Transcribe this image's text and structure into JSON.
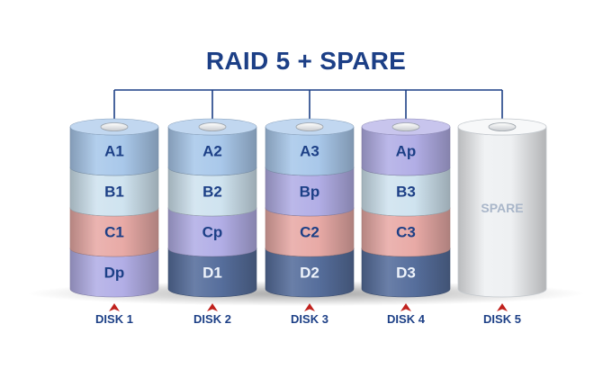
{
  "title": "RAID 5 + SPARE",
  "colors": {
    "title": "#1c3f86",
    "connector": "#1c3f86",
    "label": "#1c3f86",
    "arrow": "#c0211d",
    "blue": "#a9c8ea",
    "lightblue": "#cfe3ef",
    "pink": "#e8aaa6",
    "lavender": "#b2aee6",
    "navy": "#566e9c",
    "spare": "#eef0f2"
  },
  "disks": [
    {
      "label": "DISK 1",
      "blocks": [
        {
          "text": "A1",
          "tone": "blue"
        },
        {
          "text": "B1",
          "tone": "lightblue"
        },
        {
          "text": "C1",
          "tone": "pink"
        },
        {
          "text": "Dp",
          "tone": "lavender"
        }
      ]
    },
    {
      "label": "DISK 2",
      "blocks": [
        {
          "text": "A2",
          "tone": "blue"
        },
        {
          "text": "B2",
          "tone": "lightblue"
        },
        {
          "text": "Cp",
          "tone": "lavender"
        },
        {
          "text": "D1",
          "tone": "navy"
        }
      ]
    },
    {
      "label": "DISK 3",
      "blocks": [
        {
          "text": "A3",
          "tone": "blue"
        },
        {
          "text": "Bp",
          "tone": "lavender"
        },
        {
          "text": "C2",
          "tone": "pink"
        },
        {
          "text": "D2",
          "tone": "navy"
        }
      ]
    },
    {
      "label": "DISK 4",
      "blocks": [
        {
          "text": "Ap",
          "tone": "lavender"
        },
        {
          "text": "B3",
          "tone": "lightblue"
        },
        {
          "text": "C3",
          "tone": "pink"
        },
        {
          "text": "D3",
          "tone": "navy"
        }
      ]
    },
    {
      "label": "DISK 5",
      "spare": true,
      "spare_text": "SPARE"
    }
  ]
}
